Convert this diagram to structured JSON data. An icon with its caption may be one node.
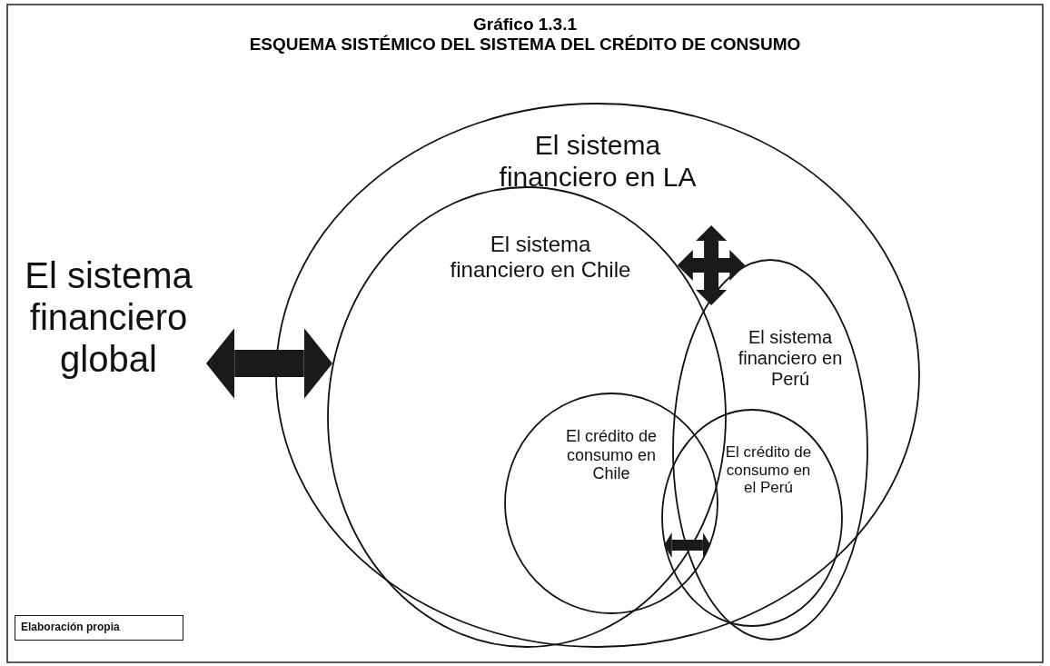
{
  "diagram": {
    "title": "ESQUEMA SISTÉMICO DEL SISTEMA DEL CRÉDITO DE CONSUMO",
    "nodes": [
      {
        "text": [
          "El sistema financiero global"
        ]
      },
      {
        "text": [
          "El sistema financiero en LA"
        ]
      },
      {
        "text": [
          "El sistema financiero en Chile"
        ],
        "in": 1
      },
      {
        "text": [
          "El sistema financiero en Perú"
        ],
        "in": 1
      },
      {
        "text": [
          "El crédito de consumo en Chile"
        ],
        "in": 2
      },
      {
        "text": [
          "El crédito de consumo en el Perú"
        ],
        "in": 3
      },
      {
        "text": [
          "Elaboración propia"
        ]
      }
    ],
    "edges": [
      {
        "from": 0,
        "to": 2,
        "arrow": "both",
        "style": "thick"
      },
      {
        "from": 2,
        "to": 3,
        "arrow": "both",
        "style": "thick"
      },
      {
        "from": 4,
        "to": 5,
        "arrow": "both"
      }
    ],
    "labels": [
      "Gráfico 1.3.1"
    ]
  }
}
